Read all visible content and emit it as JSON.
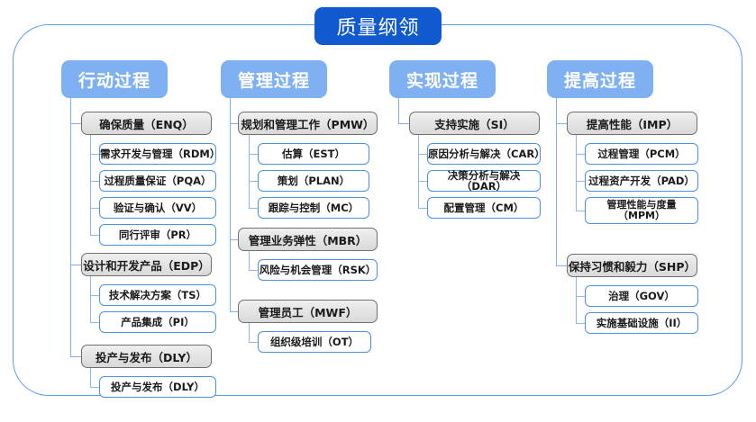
{
  "title": "质量纲领",
  "colors": {
    "title_bg": "#1059CE",
    "header_bg": "#7FB0F2",
    "frame_border": "#5B9BF0",
    "level2_border": "#6F6F6F",
    "level2_fill": "#E4E4E4",
    "level3_border": "#4A90E8",
    "connector": "#7FB0F2"
  },
  "columns": [
    {
      "header": "行动过程",
      "groups": [
        {
          "label": "确保质量（ENQ）",
          "items": [
            "需求开发与管理（RDM）",
            "过程质量保证（PQA）",
            "验证与确认（VV）",
            "同行评审（PR）"
          ]
        },
        {
          "label": "设计和开发产品（EDP）",
          "items": [
            "技术解决方案（TS）",
            "产品集成（PI）"
          ]
        },
        {
          "label": "投产与发布（DLY）",
          "items": [
            "投产与发布（DLY）"
          ]
        }
      ]
    },
    {
      "header": "管理过程",
      "groups": [
        {
          "label": "规划和管理工作（PMW）",
          "items": [
            "估算（EST）",
            "策划（PLAN）",
            "跟踪与控制（MC）"
          ]
        },
        {
          "label": "管理业务弹性（MBR）",
          "items": [
            "风险与机会管理（RSK）"
          ]
        },
        {
          "label": "管理员工（MWF）",
          "items": [
            "组织级培训（OT）"
          ]
        }
      ]
    },
    {
      "header": "实现过程",
      "groups": [
        {
          "label": "支持实施（SI）",
          "items": [
            "原因分析与解决（CAR）",
            "决策分析与解决（DAR）",
            "配置管理（CM）"
          ]
        }
      ]
    },
    {
      "header": "提高过程",
      "groups": [
        {
          "label": "提高性能（IMP）",
          "items": [
            "过程管理（PCM）",
            "过程资产开发（PAD）",
            "管理性能与度量\n（MPM）"
          ]
        },
        {
          "label": "保持习惯和毅力（SHP）",
          "items": [
            "治理（GOV）",
            "实施基础设施（II）"
          ]
        }
      ]
    }
  ]
}
